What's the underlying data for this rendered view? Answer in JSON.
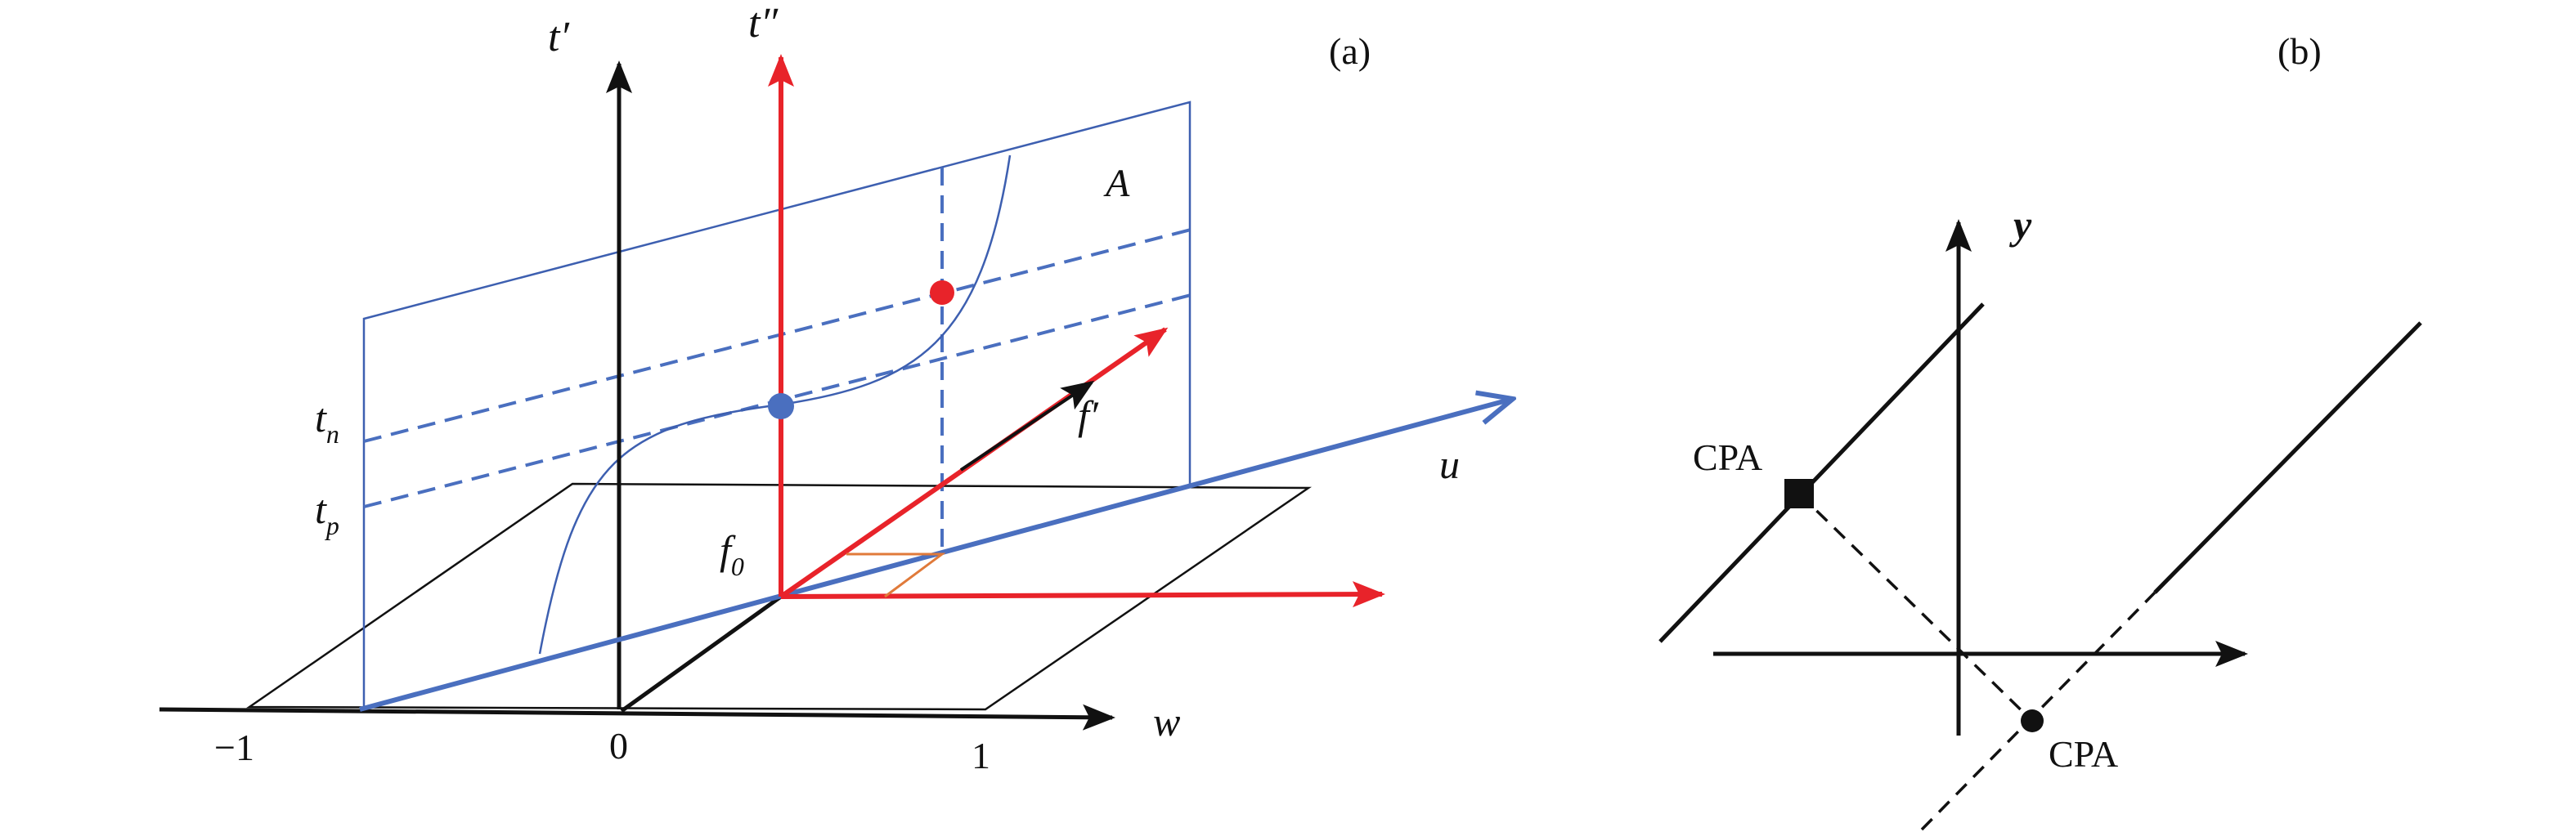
{
  "panel_a": {
    "panel_label": "(a)",
    "axis_t_prime": "t′",
    "axis_t_double_prime": "t″",
    "axis_w": "w",
    "axis_u": "u",
    "tick_minus_one": "−1",
    "tick_zero": "0",
    "tick_one": "1",
    "plane_label": "A",
    "level_tn": "t",
    "level_tn_sub": "n",
    "level_tp": "t",
    "level_tp_sub": "p",
    "origin_label": "f",
    "origin_label_sub": "0",
    "vector_label": "f′"
  },
  "panel_b": {
    "panel_label": "(b)",
    "axis_y": "y",
    "point_label_upper": "CPA",
    "point_label_lower": "CPA"
  },
  "colors": {
    "black": "#111111",
    "red": "#e8232a",
    "blue": "#4a6fbf",
    "thin_blue": "#3d5fb0",
    "orange": "#e07a3a"
  }
}
